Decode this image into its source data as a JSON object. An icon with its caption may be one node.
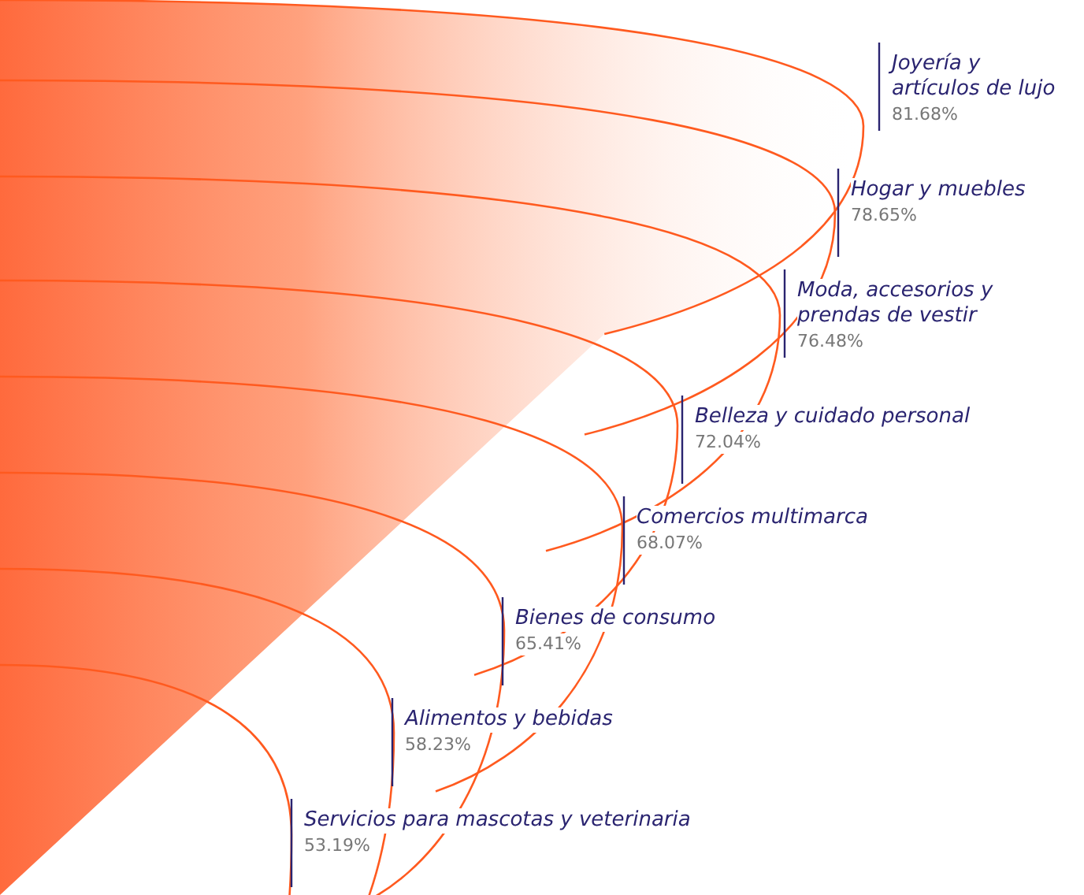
{
  "diagram": {
    "labels": [
      "Joyería y artículos de lujo",
      "81.68%",
      "Hogar y muebles",
      "78.65%",
      "Moda, accesorios y prendas de vestir",
      "76.48%",
      "Belleza y cuidado personal",
      "72.04%",
      "Comercios multimarca",
      "68.07%",
      "Bienes de consumo",
      "65.41%",
      "Alimentos y bebidas",
      "58.23%",
      "Servicios para mascotas y veterinaria",
      "53.19%"
    ]
  }
}
